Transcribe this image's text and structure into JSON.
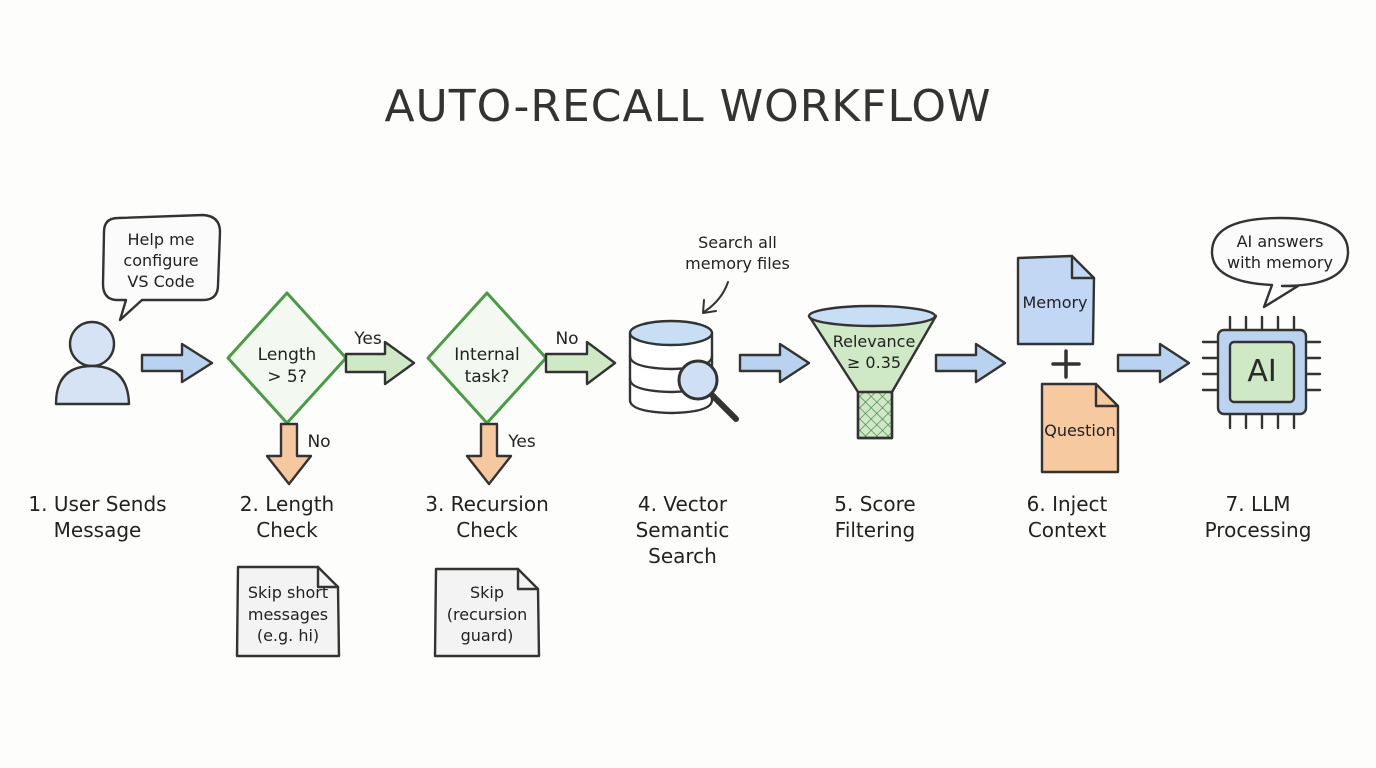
{
  "title": "AUTO-RECALL WORKFLOW",
  "steps": [
    {
      "line1": "1. User Sends",
      "line2": "Message"
    },
    {
      "line1": "2. Length",
      "line2": "Check"
    },
    {
      "line1": "3. Recursion",
      "line2": "Check"
    },
    {
      "line1": "4. Vector",
      "line2": "Semantic",
      "line3": "Search"
    },
    {
      "line1": "5. Score",
      "line2": "Filtering"
    },
    {
      "line1": "6. Inject",
      "line2": "Context"
    },
    {
      "line1": "7. LLM",
      "line2": "Processing"
    }
  ],
  "user_bubble": [
    "Help me",
    "configure",
    "VS Code"
  ],
  "length_check": {
    "line1": "Length",
    "line2": "> 5?",
    "yes": "Yes",
    "no": "No"
  },
  "length_note": [
    "Skip short",
    "messages",
    "(e.g. hi)"
  ],
  "recursion_check": {
    "line1": "Internal",
    "line2": "task?",
    "no": "No",
    "yes": "Yes"
  },
  "recursion_note": [
    "Skip",
    "(recursion",
    "guard)"
  ],
  "search_annotation": [
    "Search all",
    "memory files"
  ],
  "filter": {
    "line1": "Relevance",
    "line2": "≥ 0.35"
  },
  "inject": {
    "memory": "Memory",
    "plus": "+",
    "question": "Question"
  },
  "ai_chip": "AI",
  "ai_bubble": [
    "AI answers",
    "with memory"
  ],
  "colors": {
    "blue": "#bcd4f2",
    "green": "#cfe8c6",
    "orange": "#f6c89f",
    "stroke": "#333333"
  }
}
